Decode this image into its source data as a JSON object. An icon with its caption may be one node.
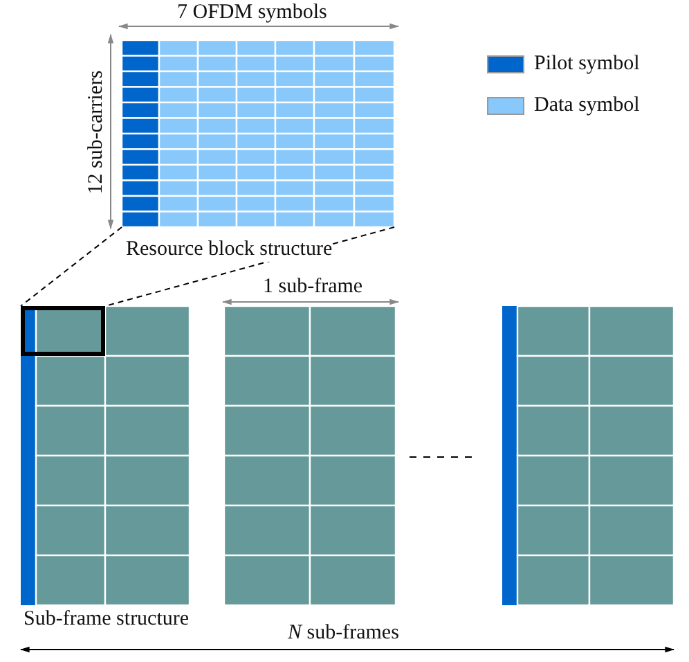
{
  "diagram": {
    "nodes": [
      {
        "text": [],
        "shape": "box",
        "beside": [
          "Resource block structure"
        ]
      },
      {
        "text": [],
        "shape": "box",
        "beside": [
          "Sub-frame structure"
        ]
      },
      {
        "text": [],
        "shape": "box",
        "in": 1
      },
      {
        "text": [],
        "shape": "box"
      },
      {
        "text": [],
        "shape": "box"
      }
    ],
    "edges": [
      {
        "from": 0,
        "to": 2,
        "arrow": "none",
        "style": "dashed"
      },
      {
        "from": 0,
        "to": 2,
        "arrow": "none",
        "style": "dashed"
      }
    ],
    "labels": [
      "7 OFDM symbols",
      "12 sub-carriers",
      "1 sub-frame",
      "*N* sub-frames"
    ],
    "legend": [
      {
        "text": "Pilot symbol",
        "color": "#0066cc"
      },
      {
        "text": "Data symbol",
        "color": "#88c8fa"
      }
    ]
  }
}
